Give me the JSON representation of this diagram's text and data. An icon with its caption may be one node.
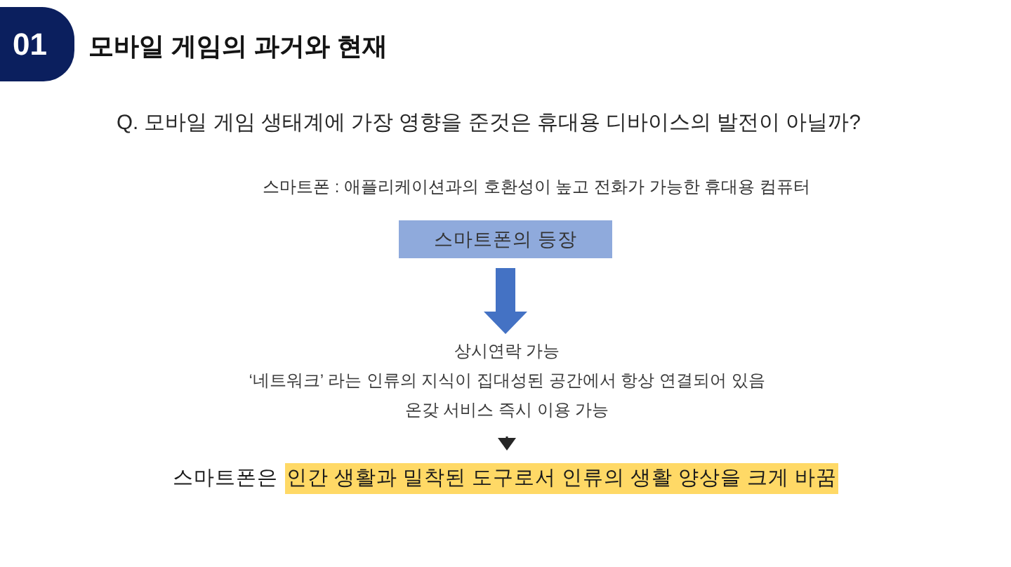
{
  "diagram": {
    "title": "모바일 게임의 과거와 현재",
    "nodes": [
      {
        "text": [
          "01"
        ]
      },
      {
        "text": [
          "스마트폰의 등장"
        ]
      },
      {
        "text": [
          "상시연락 가능",
          "‘네트워크’ 라는 인류의 지식이 집대성된 공간에서 항상 연결되어 있음",
          "온갖 서비스 즉시 이용 가능"
        ]
      },
      {
        "text": [
          "스마트폰은",
          "인간 생활과 밀착된 도구로서 인류의 생활 양상을 크게 바꿈"
        ]
      }
    ],
    "edges": [
      {
        "from": 1,
        "to": 2,
        "arrow": "to",
        "style": "thick",
        "color": "#4472c4"
      },
      {
        "from": 2,
        "to": 3,
        "arrow": "to",
        "color": "#262626"
      }
    ],
    "labels": [
      "Q. 모바일 게임 생태계에 가장 영향을 준것은 휴대용 디바이스의 발전이 아닐까?",
      "스마트폰 : 애플리케이션과의 호환성이 높고 전화가 가능한 휴대용 컴퓨터"
    ]
  }
}
